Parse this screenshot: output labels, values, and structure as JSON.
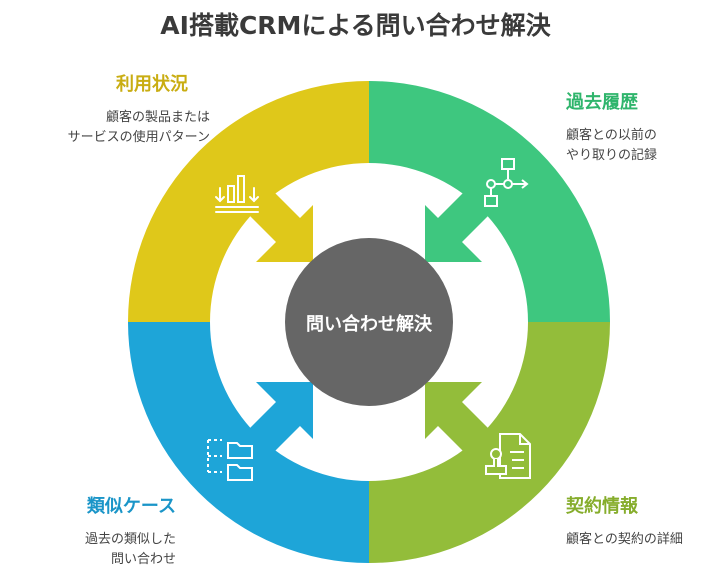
{
  "title": "AI搭載CRMによる問い合わせ解決",
  "center": "問い合わせ解決",
  "segments": [
    {
      "key": "usage",
      "title": "利用状況",
      "desc": [
        "顧客の製品または",
        "サービスの使用パターン"
      ],
      "color": "#dfc81a",
      "icon": "bar-chart-icon"
    },
    {
      "key": "history",
      "title": "過去履歴",
      "desc": [
        "顧客との以前の",
        "やり取りの記録"
      ],
      "color": "#3ec77f",
      "icon": "flowchart-icon"
    },
    {
      "key": "contract",
      "title": "契約情報",
      "desc": [
        "顧客との契約の詳細"
      ],
      "color": "#93bd3a",
      "icon": "contract-document-icon"
    },
    {
      "key": "similar",
      "title": "類似ケース",
      "desc": [
        "過去の類似した",
        "問い合わせ"
      ],
      "color": "#1ea5d8",
      "icon": "folder-tree-icon"
    }
  ],
  "colors": {
    "center": "#666666",
    "text_usage": "#c9ad12",
    "text_history": "#2fb56c",
    "text_contract": "#86ad2c",
    "text_similar": "#1a95c8"
  }
}
